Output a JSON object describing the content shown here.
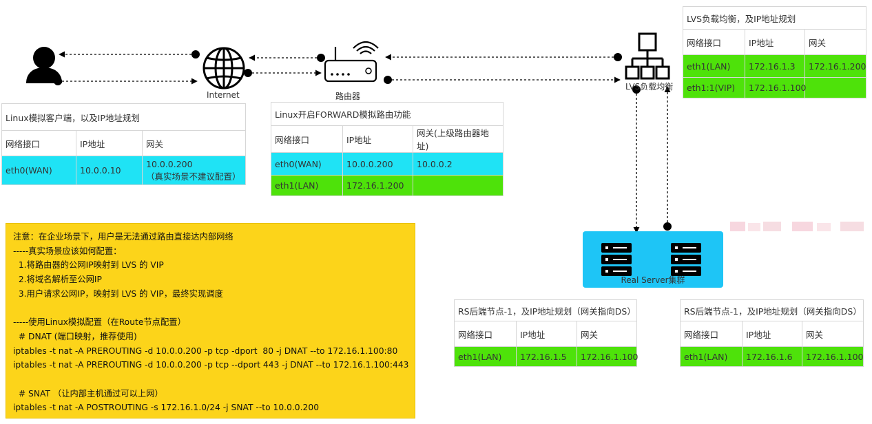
{
  "nodes": {
    "internet_label": "Internet",
    "router_label": "路由器",
    "lvs_label": "LVS负载均衡",
    "rs_cluster_label": "Real Server集群"
  },
  "tables": {
    "client": {
      "title": "Linux模拟客户端，以及IP地址规划",
      "headers": [
        "网络接口",
        "IP地址",
        "网关"
      ],
      "rows": [
        {
          "iface": "eth0(WAN)",
          "ip": "10.0.0.10",
          "gw": "10.0.0.200",
          "gw_note": "（真实场景不建议配置）"
        }
      ]
    },
    "router": {
      "title": "Linux开启FORWARD模拟路由功能",
      "headers": [
        "网络接口",
        "IP地址",
        "网关(上级路由器地址)"
      ],
      "rows": [
        {
          "iface": "eth0(WAN)",
          "ip": "10.0.0.200",
          "gw": "10.0.0.2"
        },
        {
          "iface": "eth1(LAN)",
          "ip": "172.16.1.200",
          "gw": ""
        }
      ]
    },
    "lvs": {
      "title": "LVS负载均衡，及IP地址规划",
      "headers": [
        "网络接口",
        "IP地址",
        "网关"
      ],
      "rows": [
        {
          "iface": "eth1(LAN)",
          "ip": "172.16.1.3",
          "gw": "172.16.1.200"
        },
        {
          "iface": "eth1:1(VIP)",
          "ip": "172.16.1.100",
          "gw": ""
        }
      ]
    },
    "rs1": {
      "title": "RS后端节点-1，及IP地址规划（网关指向DS）",
      "headers": [
        "网络接口",
        "IP地址",
        "网关"
      ],
      "rows": [
        {
          "iface": "eth1(LAN)",
          "ip": "172.16.1.5",
          "gw": "172.16.1.100"
        }
      ]
    },
    "rs2": {
      "title": "RS后端节点-1，及IP地址规划（网关指向DS）",
      "headers": [
        "网络接口",
        "IP地址",
        "网关"
      ],
      "rows": [
        {
          "iface": "eth1(LAN)",
          "ip": "172.16.1.6",
          "gw": "172.16.1.100"
        }
      ]
    }
  },
  "note": {
    "lines": [
      "注意：在企业场景下，用户是无法通过路由直接达内部网络",
      "-----真实场景应该如何配置：",
      "  1.将路由器的公网IP映射到 LVS 的 VIP",
      "  2.将域名解析至公网IP",
      "  3.用户请求公网IP，映射到 LVS 的 VIP，最终实现调度",
      "",
      "-----使用Linux模拟配置（在Route节点配置）",
      "  # DNAT (端口映射，推荐使用)",
      "iptables -t nat -A PREROUTING -d 10.0.0.200 -p tcp -dport  80 -j DNAT --to 172.16.1.100:80",
      "iptables -t nat -A PREROUTING -d 10.0.0.200 -p tcp --dport 443 -j DNAT --to 172.16.1.100:443",
      "",
      "  # SNAT （让内部主机通过可以上网）",
      "iptables -t nat -A POSTROUTING -s 172.16.1.0/24 -j SNAT --to 10.0.0.200"
    ]
  },
  "colors": {
    "cyan_row": "#1fe3f5",
    "green_row": "#4ee20a",
    "rs_box": "#1ec5f6",
    "note_bg": "#fcd41a"
  },
  "icons": [
    "user-icon",
    "globe-icon",
    "router-icon",
    "network-icon",
    "server-icon"
  ]
}
